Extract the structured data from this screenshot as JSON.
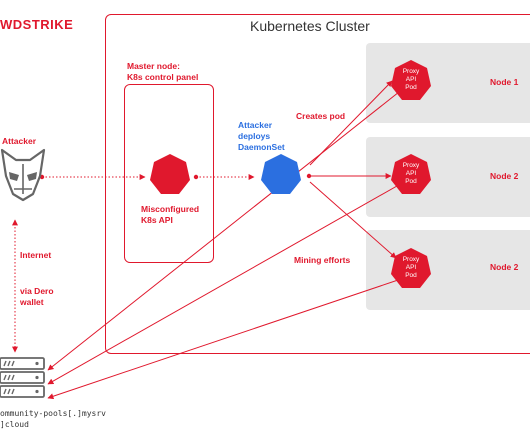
{
  "brand": "WDSTRIKE",
  "cluster": {
    "title": "Kubernetes Cluster"
  },
  "master": {
    "title_line1": "Master node:",
    "title_line2": "K8s control panel",
    "api_line1": "Misconfigured",
    "api_line2": "K8s API"
  },
  "attacker": {
    "label": "Attacker"
  },
  "daemonset": {
    "line1": "Attacker",
    "line2": "deploys",
    "line3": "DaemonSet"
  },
  "flows": {
    "creates_pod": "Creates pod",
    "mining": "Mining efforts",
    "internet": "Internet",
    "via_line1": "via Dero",
    "via_line2": "wallet"
  },
  "pod": {
    "line1": "Proxy",
    "line2": "API",
    "line3": "Pod"
  },
  "nodes": [
    {
      "label": "Node 1"
    },
    {
      "label": "Node 2"
    },
    {
      "label": "Node 2"
    }
  ],
  "pool": {
    "line1": "ommunity-pools[.]mysrv",
    "line2": "]cloud"
  },
  "colors": {
    "accent": "#e0182d",
    "daemonset": "#2b6fe0",
    "node_bg": "#e6e6e6"
  }
}
